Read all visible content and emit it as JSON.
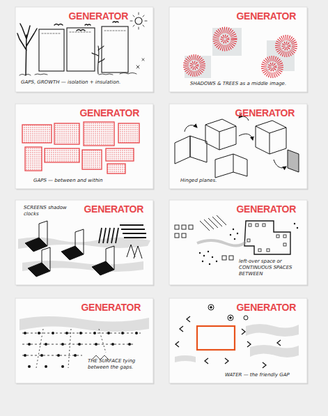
{
  "diagram": {
    "nodes": [
      {
        "text": [
          "GENERATOR",
          "GAPS, GROWTH — isolation + insulation."
        ]
      },
      {
        "text": [
          "GENERATOR",
          "SHADOWS & TREES as a middle image."
        ]
      },
      {
        "text": [
          "GENERATOR",
          "GAPS — between and within"
        ]
      },
      {
        "text": [
          "GENERATOR",
          "Hinged planes."
        ]
      },
      {
        "text": [
          "GENERATOR",
          "SCREENS shadow clocks"
        ]
      },
      {
        "text": [
          "GENERATOR",
          "left-over space or CONTINUOUS SPACES BETWEEN"
        ]
      },
      {
        "text": [
          "GENERATOR",
          "THE SURFACE tying between the gaps."
        ]
      },
      {
        "text": [
          "GENERATOR",
          "WATER — the friendly GAP"
        ]
      }
    ]
  }
}
